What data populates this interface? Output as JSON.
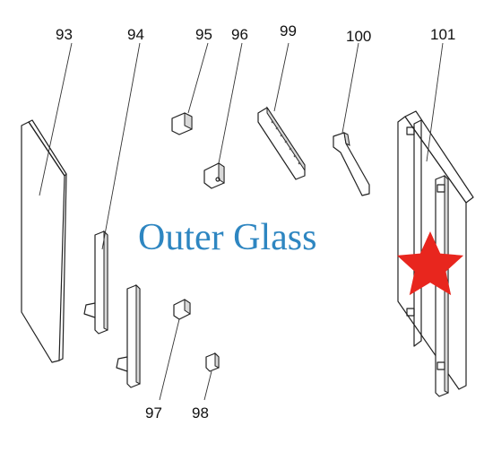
{
  "callouts": {
    "p93": "93",
    "p94": "94",
    "p95": "95",
    "p96": "96",
    "p97": "97",
    "p98": "98",
    "p99": "99",
    "p100": "100",
    "p101": "101"
  },
  "caption": {
    "text": "Outer Glass",
    "color": "#2e86c1"
  },
  "highlight": {
    "icon": "star-icon",
    "color": "#e8261e",
    "marks_part": "101"
  }
}
